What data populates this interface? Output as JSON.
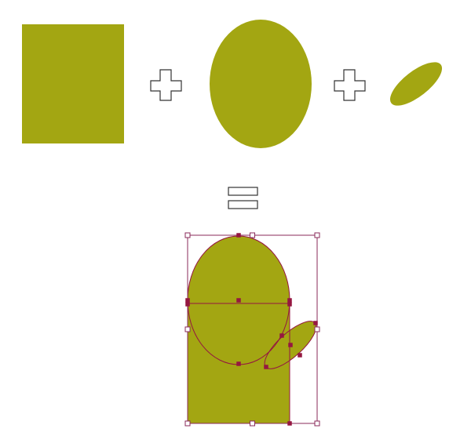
{
  "colors": {
    "shape_fill": "#a3a612",
    "outline": "#951740",
    "bbox_stroke": "#8a2a5a",
    "operator_stroke": "#333333",
    "background": "#ffffff"
  },
  "operands": [
    {
      "shape": "rectangle"
    },
    {
      "shape": "ellipse"
    },
    {
      "shape": "rotated-ellipse"
    }
  ],
  "operators": [
    "plus-icon",
    "plus-icon",
    "equals-icon"
  ],
  "result": {
    "shape": "merged-compound-path",
    "selection": "selected",
    "handles": "bounding-box-and-anchor-points"
  }
}
